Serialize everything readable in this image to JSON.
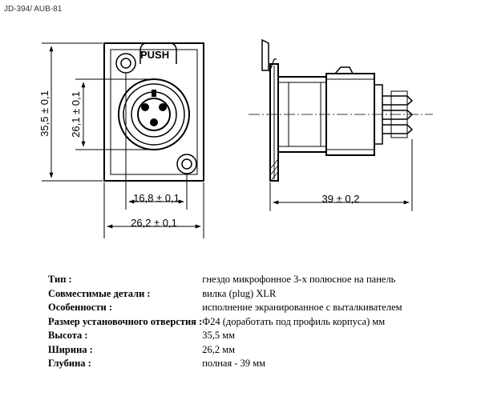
{
  "title": "JD-394/ AUB-81",
  "drawing": {
    "push_label": "PUSH",
    "dims": {
      "height_outer": "35,5 ± 0,1",
      "height_inner": "26,1 ± 0,1",
      "width_inner": "16,8 ± 0,1",
      "width_outer": "26,2 ± 0,1",
      "depth": "39 ± 0,2"
    }
  },
  "specs": [
    {
      "label": "Тип :",
      "value": "гнездо микрофонное 3-х полюсное на панель"
    },
    {
      "label": "Совместимые детали :",
      "value": "вилка (plug) XLR"
    },
    {
      "label": "Особенности :",
      "value": "исполнение экранированное с выталкивателем"
    },
    {
      "label": "Размер установочного отверстия :",
      "value": "Ф24 (доработать под профиль корпуса) мм"
    },
    {
      "label": "Высота :",
      "value": "35,5 мм"
    },
    {
      "label": "Ширина :",
      "value": "26,2 мм"
    },
    {
      "label": "Глубина :",
      "value": "полная - 39 мм"
    }
  ]
}
